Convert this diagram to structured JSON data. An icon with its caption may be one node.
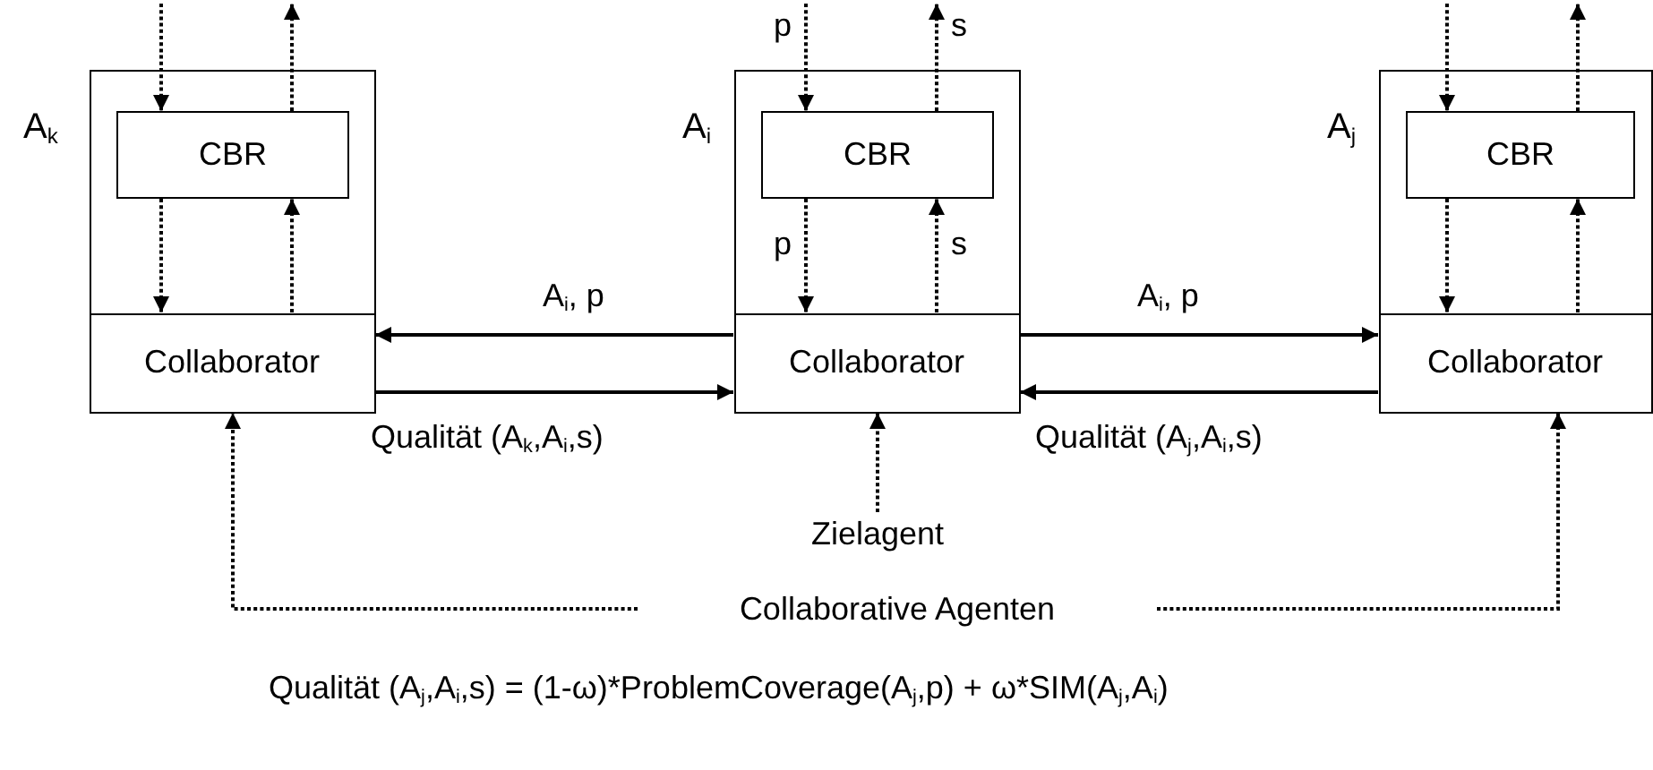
{
  "diagram": {
    "nodes": [
      {
        "text": [
          "A$_{k}$"
        ]
      },
      {
        "text": [
          "CBR"
        ],
        "in": 0
      },
      {
        "text": [
          "Collaborator"
        ],
        "in": 0
      },
      {
        "text": [
          "A$_{i}$"
        ]
      },
      {
        "text": [
          "CBR"
        ],
        "in": 3
      },
      {
        "text": [
          "Collaborator"
        ],
        "in": 3
      },
      {
        "text": [
          "A$_{j}$"
        ]
      },
      {
        "text": [
          "CBR"
        ],
        "in": 6
      },
      {
        "text": [
          "Collaborator"
        ],
        "in": 6
      },
      {
        "text": [
          "Zielagent"
        ]
      },
      {
        "text": [
          "Collaborative Agenten"
        ]
      }
    ],
    "edges": [
      {
        "from": null,
        "to": 1,
        "arrow": "to",
        "style": "dashed"
      },
      {
        "from": 1,
        "to": null,
        "arrow": "to",
        "style": "dashed"
      },
      {
        "from": 1,
        "to": 2,
        "arrow": "to",
        "style": "dashed"
      },
      {
        "from": 2,
        "to": 1,
        "arrow": "to",
        "style": "dashed"
      },
      {
        "from": null,
        "to": 4,
        "arrow": "to",
        "style": "dashed",
        "label": "p"
      },
      {
        "from": 4,
        "to": null,
        "arrow": "to",
        "style": "dashed",
        "label": "s"
      },
      {
        "from": 4,
        "to": 5,
        "arrow": "to",
        "style": "dashed",
        "label": "p"
      },
      {
        "from": 5,
        "to": 4,
        "arrow": "to",
        "style": "dashed",
        "label": "s"
      },
      {
        "from": null,
        "to": 7,
        "arrow": "to",
        "style": "dashed"
      },
      {
        "from": 7,
        "to": null,
        "arrow": "to",
        "style": "dashed"
      },
      {
        "from": 7,
        "to": 8,
        "arrow": "to",
        "style": "dashed"
      },
      {
        "from": 8,
        "to": 7,
        "arrow": "to",
        "style": "dashed"
      },
      {
        "from": 5,
        "to": 2,
        "arrow": "to",
        "label": "A$_{i}$, p"
      },
      {
        "from": 2,
        "to": 5,
        "arrow": "to",
        "label": "Qualität (A$_{k}$,A$_{i}$,s)"
      },
      {
        "from": 5,
        "to": 8,
        "arrow": "to",
        "label": "A$_{i}$, p"
      },
      {
        "from": 8,
        "to": 5,
        "arrow": "to",
        "label": "Qualität (A$_{j}$,A$_{i}$,s)"
      },
      {
        "from": 9,
        "to": 5,
        "arrow": "to",
        "style": "dashed"
      },
      {
        "from": 10,
        "to": 2,
        "arrow": "to",
        "style": "dashed"
      },
      {
        "from": 10,
        "to": 8,
        "arrow": "to",
        "style": "dashed"
      }
    ],
    "labels": [
      "Qualität (A$_{j}$,A$_{i}$,s) = (1-ω)*ProblemCoverage(A$_{j}$,p) + ω*SIM(A$_{j}$,A$_{i}$)"
    ]
  }
}
